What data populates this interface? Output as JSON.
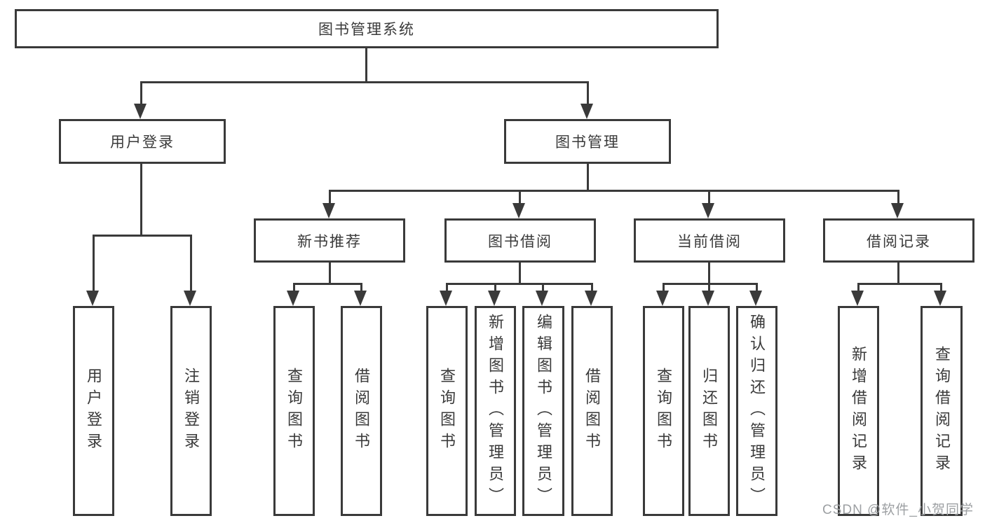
{
  "diagram": {
    "title": "图书管理系统",
    "branches": {
      "user_login": {
        "label": "用户登录",
        "children": {
          "login": "用户登录",
          "logout": "注销登录"
        }
      },
      "book_mgmt": {
        "label": "图书管理",
        "children": {
          "new_books": {
            "label": "新书推荐",
            "children": {
              "query_books": "查询图书",
              "borrow_books": "借阅图书"
            }
          },
          "book_borrow": {
            "label": "图书借阅",
            "children": {
              "query_books": "查询图书",
              "add_books": "新增图书（管理员）",
              "edit_books": "编辑图书（管理员）",
              "borrow_books": "借阅图书"
            }
          },
          "current_borrow": {
            "label": "当前借阅",
            "children": {
              "query_books": "查询图书",
              "return_books": "归还图书",
              "confirm_return": "确认归还（管理员）"
            }
          },
          "borrow_records": {
            "label": "借阅记录",
            "children": {
              "add_record": "新增借阅记录",
              "query_record": "查询借阅记录"
            }
          }
        }
      }
    }
  },
  "watermark": "CSDN @软件_小贺同学",
  "colors": {
    "line": "#3a3a3a",
    "text": "#3a3a3a",
    "box_background": "#ffffff",
    "watermark": "#9da0a3",
    "background": "#ffffff"
  }
}
